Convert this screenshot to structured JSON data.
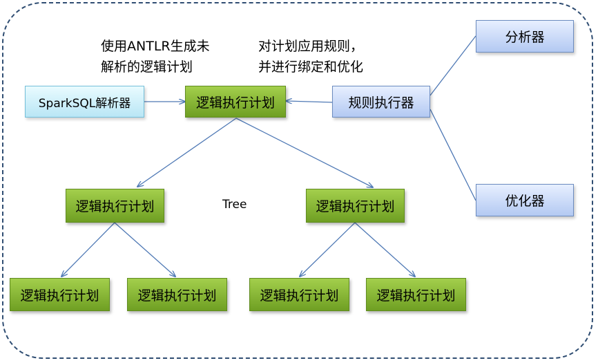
{
  "colors": {
    "frame": "#2f4d72",
    "arrow": "#4f79b5",
    "plan_fill": "#8ab83a",
    "rule_fill": "#c9d8f7",
    "parser_fill": "#d3f1fb"
  },
  "parser": {
    "label": "SparkSQL解析器"
  },
  "root_plan": {
    "label": "逻辑执行计划"
  },
  "rule_executor": {
    "label": "规则执行器"
  },
  "analyzer": {
    "label": "分析器"
  },
  "optimizer": {
    "label": "优化器"
  },
  "notes": {
    "antlr_line1": "使用ANTLR生成未",
    "antlr_line2": "解析的逻辑计划",
    "rules_line1": "对计划应用规则，",
    "rules_line2": "并进行绑定和优化"
  },
  "tree_label": "Tree",
  "mid_plans": [
    {
      "label": "逻辑执行计划"
    },
    {
      "label": "逻辑执行计划"
    }
  ],
  "leaf_plans": [
    {
      "label": "逻辑执行计划"
    },
    {
      "label": "逻辑执行计划"
    },
    {
      "label": "逻辑执行计划"
    },
    {
      "label": "逻辑执行计划"
    }
  ]
}
